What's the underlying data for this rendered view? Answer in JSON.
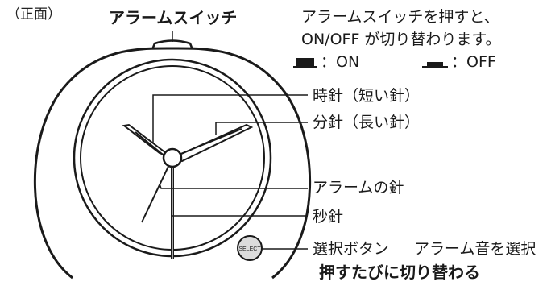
{
  "labels": {
    "front_view": "（正面）",
    "alarm_switch": "アラームスイッチ",
    "switch_desc_line1": "アラームスイッチを押すと、",
    "switch_desc_line2": "ON/OFF が切り替わります。",
    "on_label": "：ON",
    "off_label": "：OFF",
    "hour_hand": "時針（短い針）",
    "minute_hand": "分針（長い針）",
    "alarm_hand": "アラームの針",
    "second_hand": "秒針",
    "select_button": "選択ボタン",
    "alarm_sound_select": "アラーム音を選択",
    "toggle_note": "押すたびに切り替わる",
    "select_button_face": "SELECT"
  },
  "colors": {
    "ink": "#1a1a1a",
    "background": "#ffffff",
    "button_fill": "#dcdcdc"
  }
}
